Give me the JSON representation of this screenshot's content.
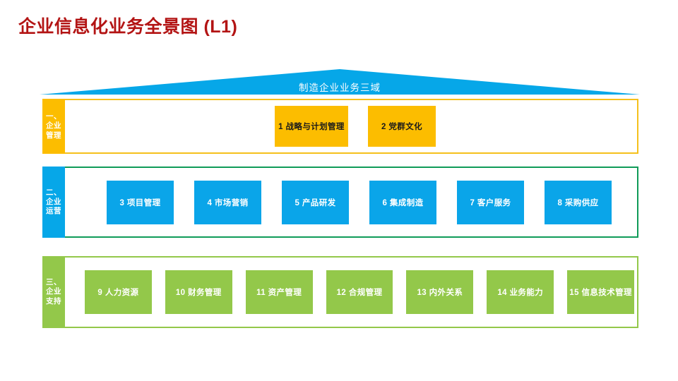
{
  "page": {
    "title": "企业信息化业务全景图 (L1)",
    "title_color": "#b31414",
    "background": "#ffffff"
  },
  "banner": {
    "label": "制造企业业务三域",
    "shape": "roof-triangle",
    "color": "#06a7e8",
    "text_color": "#ffffff"
  },
  "layers": [
    {
      "id": "management",
      "tab_lines": [
        "一、",
        "企业",
        "管理"
      ],
      "tab_color": "#fcbd00",
      "frame_color": "#f5c01c",
      "card_color": "#fcbd00",
      "card_text_color": "#1a1a1a",
      "cards": [
        {
          "number": "1",
          "label": "1 战略与计划管理"
        },
        {
          "number": "2",
          "label": "2 党群文化"
        }
      ]
    },
    {
      "id": "operations",
      "tab_lines": [
        "二、",
        "企业",
        "运营"
      ],
      "tab_color": "#06a7e8",
      "frame_color": "#0f9b58",
      "card_color": "#0aa5e9",
      "card_text_color": "#ffffff",
      "cards": [
        {
          "number": "3",
          "label": "3 项目管理"
        },
        {
          "number": "4",
          "label": "4 市场营销"
        },
        {
          "number": "5",
          "label": "5 产品研发"
        },
        {
          "number": "6",
          "label": "6 集成制造"
        },
        {
          "number": "7",
          "label": "7 客户服务"
        },
        {
          "number": "8",
          "label": "8 采购供应"
        }
      ]
    },
    {
      "id": "support",
      "tab_lines": [
        "三、",
        "企业",
        "支持"
      ],
      "tab_color": "#93c84a",
      "frame_color": "#93c84a",
      "card_color": "#93c84a",
      "card_text_color": "#ffffff",
      "cards": [
        {
          "number": "9",
          "label": "9 人力资源"
        },
        {
          "number": "10",
          "label": "10 财务管理"
        },
        {
          "number": "11",
          "label": "11 资产管理"
        },
        {
          "number": "12",
          "label": "12 合规管理"
        },
        {
          "number": "13",
          "label": "13 内外关系"
        },
        {
          "number": "14",
          "label": "14 业务能力"
        },
        {
          "number": "15",
          "label": "15 信息技术管理"
        }
      ]
    }
  ]
}
